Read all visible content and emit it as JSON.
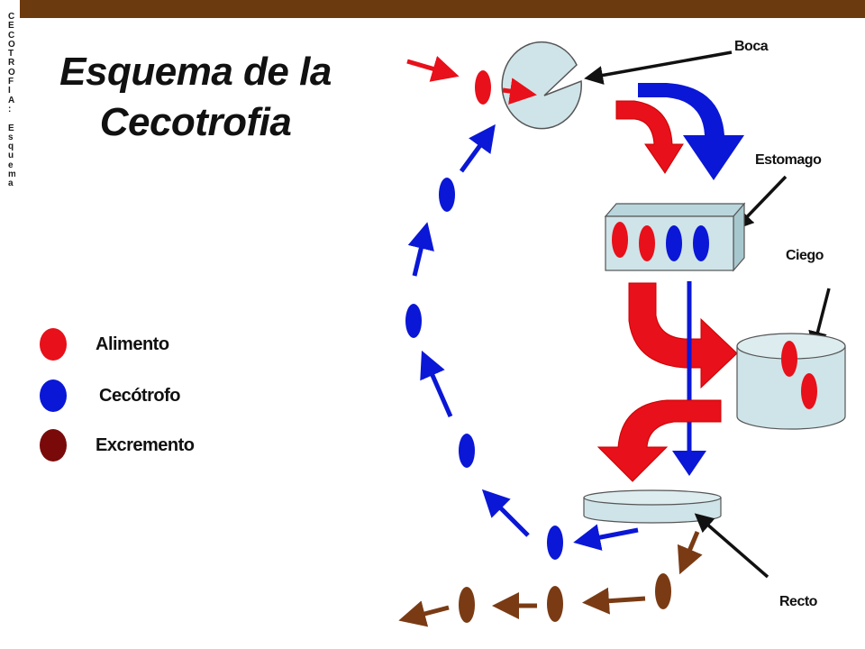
{
  "title": {
    "line1": "Esquema de la",
    "line2": "Cecotrofia"
  },
  "side_text": {
    "lines": [
      "C",
      "E",
      "C",
      "O",
      "T",
      "R",
      "O",
      "F",
      "I",
      "A",
      ":",
      "",
      "E",
      "s",
      "q",
      "u",
      "e",
      "m",
      "a"
    ]
  },
  "labels": {
    "boca": "Boca",
    "estomago": "Estomago",
    "ciego": "Ciego",
    "recto": "Recto"
  },
  "legend": [
    {
      "label": "Alimento",
      "color": "#e8101a"
    },
    {
      "label": "Cecótrofo",
      "color": "#0a17d6"
    },
    {
      "label": "Excremento",
      "color": "#7a0a0a"
    }
  ],
  "colors": {
    "header_bar": "#6b3a0f",
    "food": "#e8101a",
    "cecotrophe": "#0a17d6",
    "excrement": "#7a3b14",
    "organ_fill": "#cfe4e8",
    "organ_stroke": "#555555"
  },
  "icons": [
    "mouth-icon",
    "stomach-box-icon",
    "cecum-cylinder-icon",
    "rectum-plate-icon"
  ]
}
